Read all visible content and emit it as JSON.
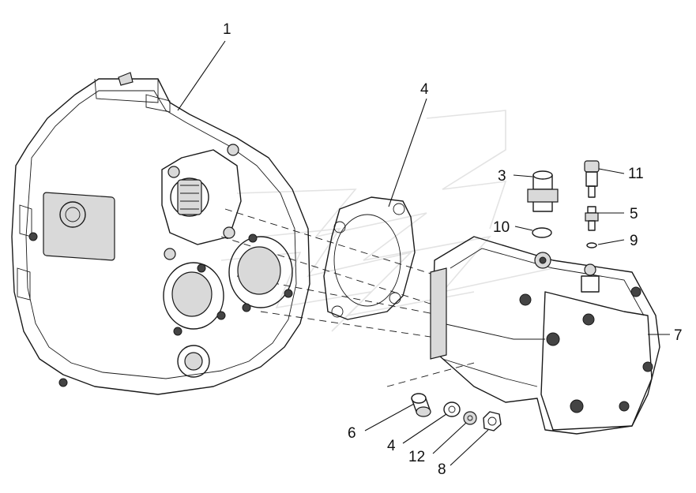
{
  "callouts": [
    {
      "id": "c1",
      "label": "1"
    },
    {
      "id": "c4a",
      "label": "4"
    },
    {
      "id": "c3",
      "label": "3"
    },
    {
      "id": "c11",
      "label": "11"
    },
    {
      "id": "c10",
      "label": "10"
    },
    {
      "id": "c5",
      "label": "5"
    },
    {
      "id": "c9",
      "label": "9"
    },
    {
      "id": "c7",
      "label": "7"
    },
    {
      "id": "c6",
      "label": "6"
    },
    {
      "id": "c4b",
      "label": "4"
    },
    {
      "id": "c12",
      "label": "12"
    },
    {
      "id": "c8",
      "label": "8"
    }
  ]
}
